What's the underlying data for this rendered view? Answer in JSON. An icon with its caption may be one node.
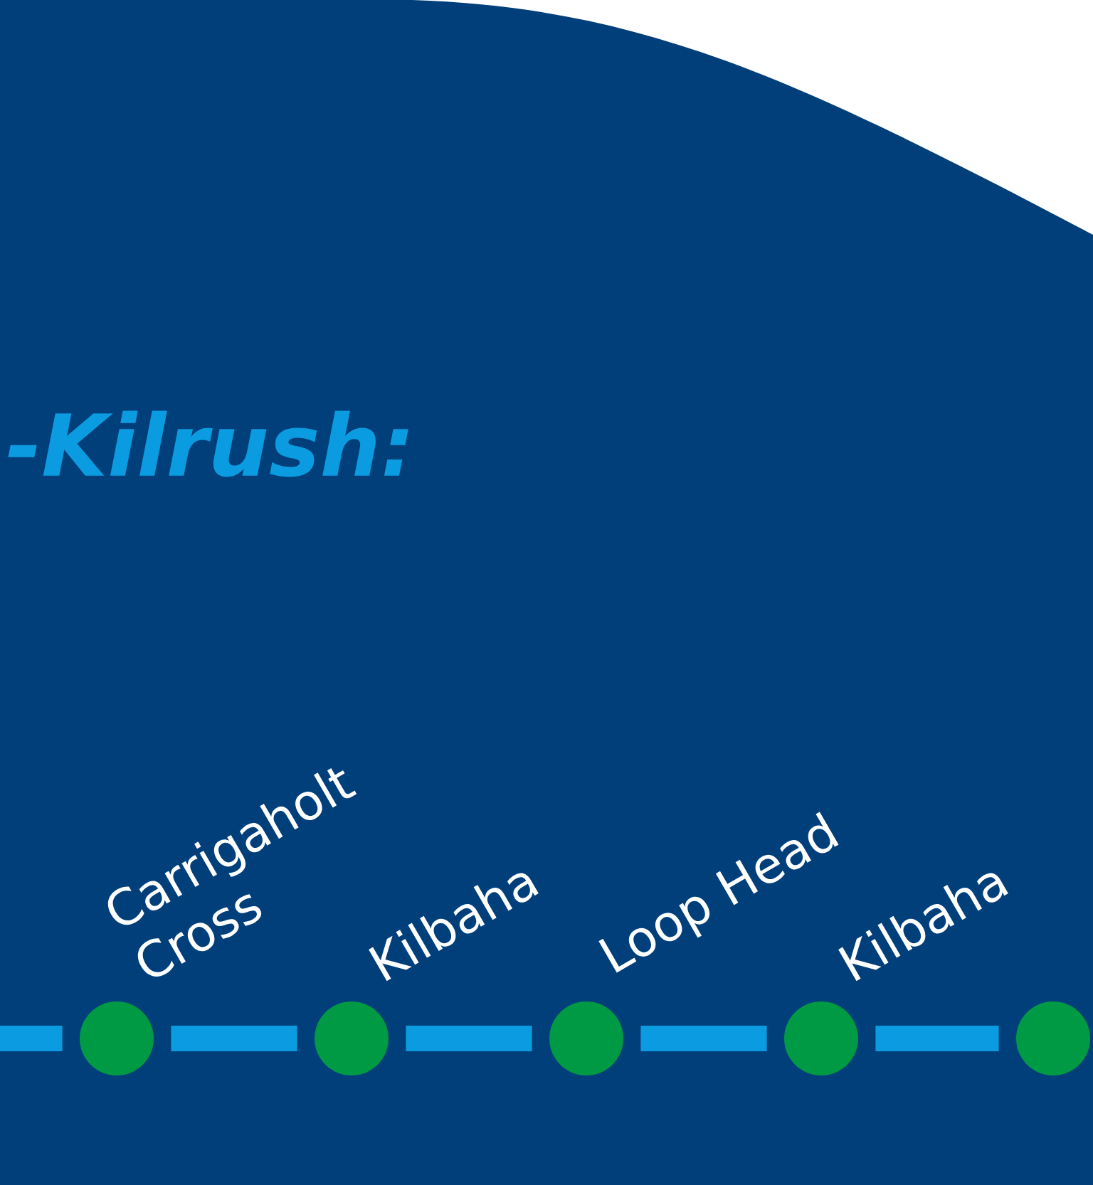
{
  "diagram": {
    "title": "-Kilrush:",
    "nodes": [
      {
        "text": [
          "Carrigaholt Cross"
        ]
      },
      {
        "text": [
          "Kilbaha"
        ]
      },
      {
        "text": [
          "Loop Head"
        ]
      },
      {
        "text": [
          "Kilbaha"
        ]
      },
      {
        "text": [],
        "shape": "circle"
      }
    ],
    "edges": [
      {
        "from": null,
        "to": 0,
        "arrow": "none"
      },
      {
        "from": 0,
        "to": 1,
        "arrow": "none"
      },
      {
        "from": 1,
        "to": 2,
        "arrow": "none"
      },
      {
        "from": 2,
        "to": 3,
        "arrow": "none"
      },
      {
        "from": 3,
        "to": 4,
        "arrow": "none"
      }
    ]
  }
}
